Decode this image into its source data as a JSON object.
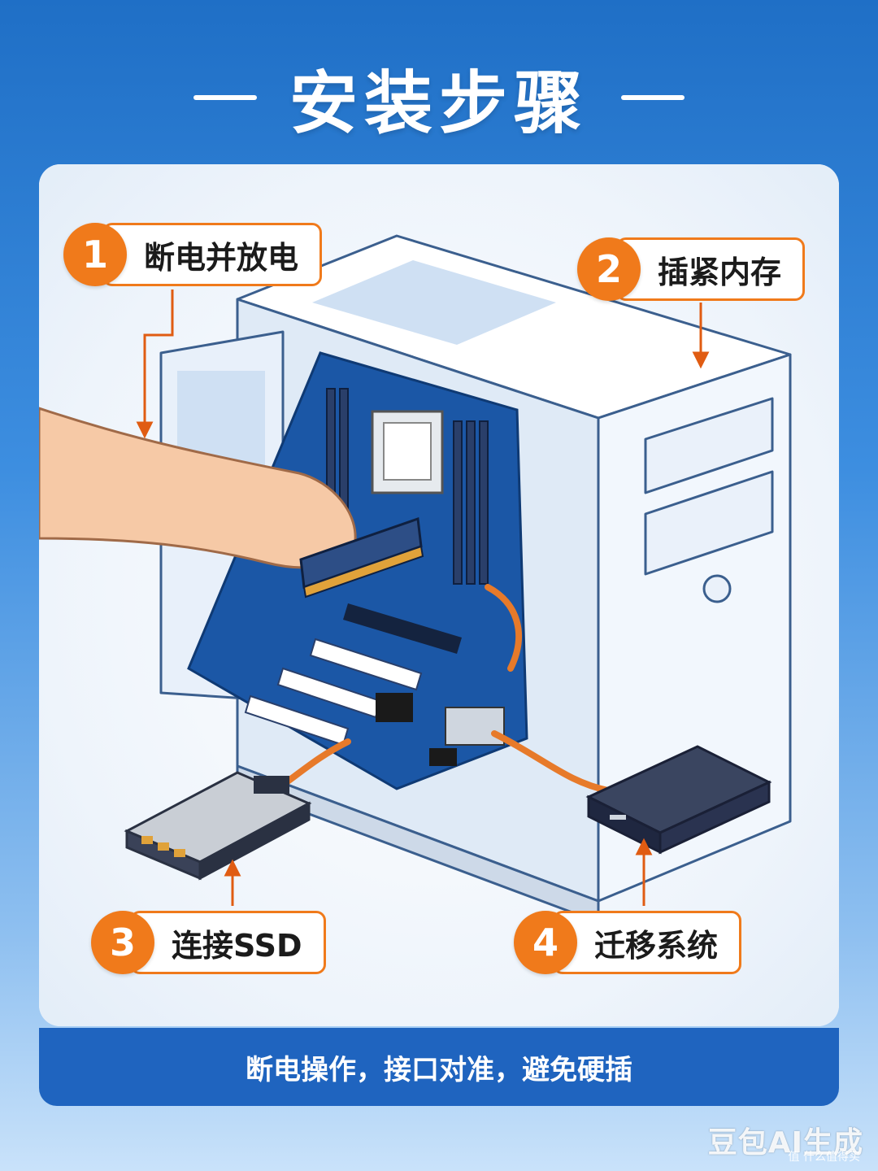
{
  "title": "安装步骤",
  "steps": [
    {
      "number": "1",
      "label": "断电并放电"
    },
    {
      "number": "2",
      "label": "插紧内存"
    },
    {
      "number": "3",
      "label": "连接SSD"
    },
    {
      "number": "4",
      "label": "迁移系统"
    }
  ],
  "footer": "断电操作，接口对准，避免硬插",
  "watermark": {
    "main": "豆包AI生成",
    "sub": "值 什么值得买"
  },
  "colors": {
    "accent": "#f07a1b",
    "brand_blue": "#1f64bf",
    "pcb_blue": "#1b57a6"
  }
}
